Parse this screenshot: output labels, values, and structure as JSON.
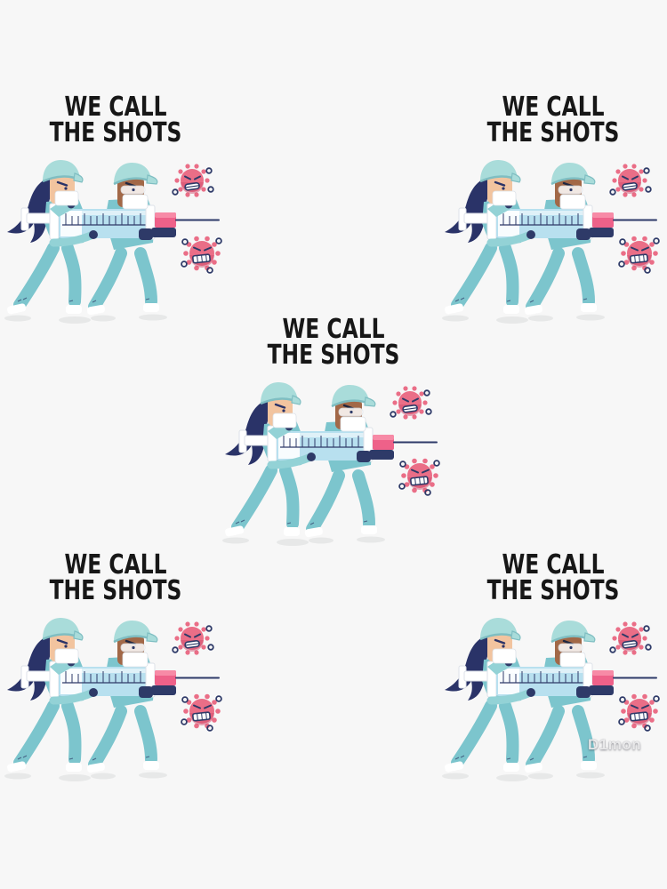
{
  "page": {
    "background_color": "#f7f7f7",
    "watermark": "D1mon"
  },
  "sticker": {
    "title_line1": "WE CALL",
    "title_line2": "THE SHOTS",
    "count": 5,
    "subject": "two nurses carrying a giant syringe toward two angry coronavirus characters"
  },
  "palette": {
    "bg": "#f7f7f7",
    "ink": "#171717",
    "scrub": "#7cc5cd",
    "scrubLight": "#93d2d6",
    "cap": "#a9dcda",
    "capEdge": "#7fbec2",
    "hair": "#2a3368",
    "navy": "#2e3a68",
    "skinLight": "#f2c49f",
    "skinDark": "#a26847",
    "white": "#ffffff",
    "outline": "#dde2e8",
    "barrel": "#b8e0ef",
    "hubPink": "#ee6189",
    "hubPinkLight": "#f78aa6",
    "virus": "#ea6e87",
    "virusDark": "#d14e6e",
    "shadow": "#e7e8e8"
  }
}
